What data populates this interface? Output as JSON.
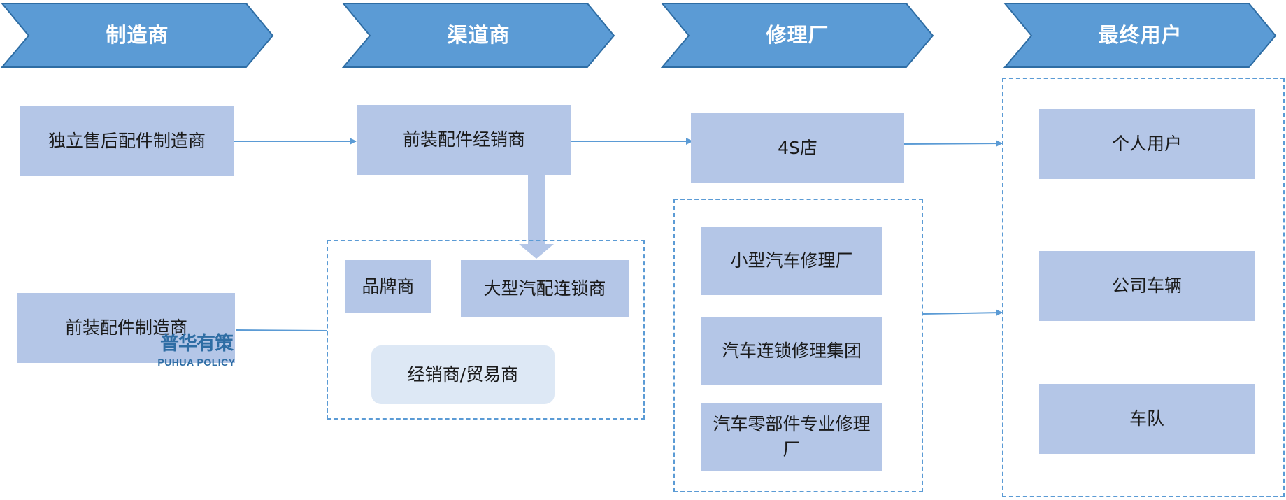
{
  "stages": [
    "制造商",
    "渠道商",
    "修理厂",
    "最终用户"
  ],
  "manufacturers": {
    "independent": "独立售后配件制造商",
    "oem": "前装配件制造商"
  },
  "channels": {
    "oem_distributor": "前装配件经销商",
    "brand": "品牌商",
    "chain": "大型汽配连锁商",
    "trader": "经销商/贸易商"
  },
  "repair": {
    "dealer_4s": "4S店",
    "small_shop": "小型汽车修理厂",
    "chain_group": "汽车连锁修理集团",
    "parts_specialist": "汽车零部件专业修理厂"
  },
  "end_users": [
    "个人用户",
    "公司车辆",
    "车队"
  ],
  "watermark": {
    "cn": "普华有策",
    "en": "PUHUA POLICY"
  },
  "colors": {
    "chevron": "#5b9bd5",
    "box": "#b4c6e7",
    "box_light": "#dde8f5",
    "dash": "#5b9bd5",
    "arrow": "#5b9bd5"
  }
}
